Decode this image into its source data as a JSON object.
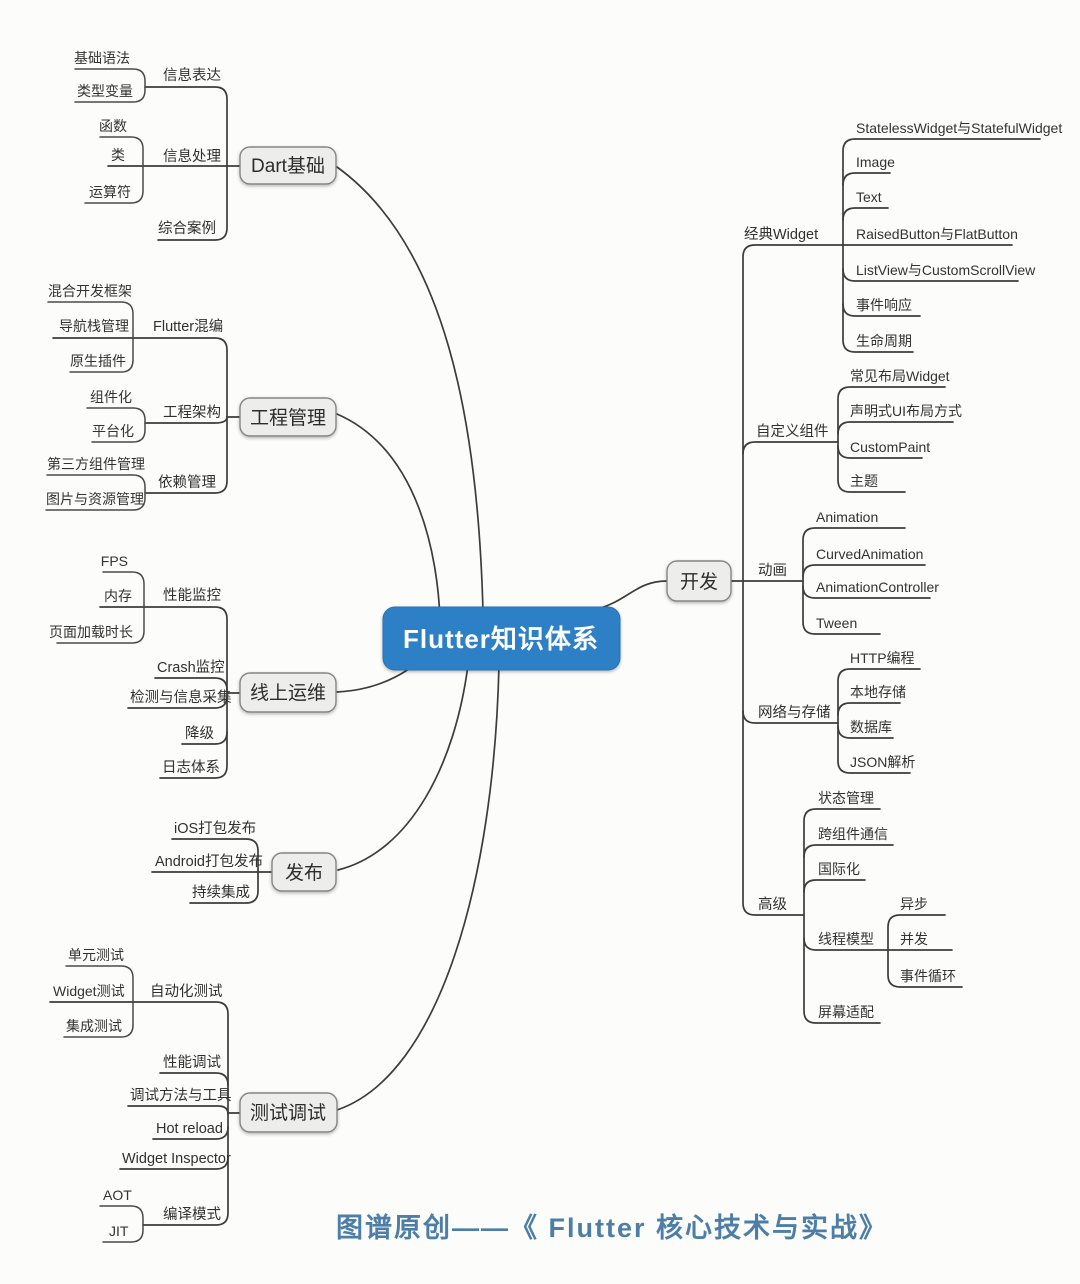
{
  "root": {
    "label": "Flutter知识体系"
  },
  "caption": "图谱原创——《 Flutter 核心技术与实战》",
  "colors": {
    "root_bg": "#2e80c6",
    "node_bg": "#ededec",
    "line": "#3c3c3c",
    "caption": "#4d7ea8"
  },
  "left": [
    {
      "label": "Dart基础",
      "subs": [
        {
          "label": "信息表达",
          "children": [
            "基础语法",
            "类型变量"
          ]
        },
        {
          "label": "信息处理",
          "children": [
            "函数",
            "类",
            "运算符"
          ]
        },
        {
          "label": "综合案例",
          "children": []
        }
      ]
    },
    {
      "label": "工程管理",
      "subs": [
        {
          "label": "Flutter混编",
          "children": [
            "混合开发框架",
            "导航栈管理",
            "原生插件"
          ]
        },
        {
          "label": "工程架构",
          "children": [
            "组件化",
            "平台化"
          ]
        },
        {
          "label": "依赖管理",
          "children": [
            "第三方组件管理",
            "图片与资源管理"
          ]
        }
      ]
    },
    {
      "label": "线上运维",
      "subs": [
        {
          "label": "性能监控",
          "children": [
            "FPS",
            "内存",
            "页面加载时长"
          ]
        },
        {
          "label": "Crash监控",
          "children": []
        },
        {
          "label": "检测与信息采集",
          "children": []
        },
        {
          "label": "降级",
          "children": []
        },
        {
          "label": "日志体系",
          "children": []
        }
      ]
    },
    {
      "label": "发布",
      "subs": [
        {
          "label": "iOS打包发布",
          "children": []
        },
        {
          "label": "Android打包发布",
          "children": []
        },
        {
          "label": "持续集成",
          "children": []
        }
      ]
    },
    {
      "label": "测试调试",
      "subs": [
        {
          "label": "自动化测试",
          "children": [
            "单元测试",
            "Widget测试",
            "集成测试"
          ]
        },
        {
          "label": "性能调试",
          "children": []
        },
        {
          "label": "调试方法与工具",
          "children": []
        },
        {
          "label": "Hot reload",
          "children": []
        },
        {
          "label": "Widget Inspector",
          "children": []
        },
        {
          "label": "编译模式",
          "children": [
            "AOT",
            "JIT"
          ]
        }
      ]
    }
  ],
  "right": {
    "label": "开发",
    "subs": [
      {
        "label": "经典Widget",
        "children": [
          "StatelessWidget与StatefulWidget",
          "Image",
          "Text",
          "RaisedButton与FlatButton",
          "ListView与CustomScrollView",
          "事件响应",
          "生命周期"
        ]
      },
      {
        "label": "自定义组件",
        "children": [
          "常见布局Widget",
          "声明式UI布局方式",
          "CustomPaint",
          "主题"
        ]
      },
      {
        "label": "动画",
        "children": [
          "Animation",
          "CurvedAnimation",
          "AnimationController",
          "Tween"
        ]
      },
      {
        "label": "网络与存储",
        "children": [
          "HTTP编程",
          "本地存储",
          "数据库",
          "JSON解析"
        ]
      },
      {
        "label": "高级",
        "children": [
          "状态管理",
          "跨组件通信",
          "国际化",
          "线程模型",
          "屏幕适配"
        ],
        "thread_children": [
          "异步",
          "并发",
          "事件循环"
        ]
      }
    ]
  }
}
